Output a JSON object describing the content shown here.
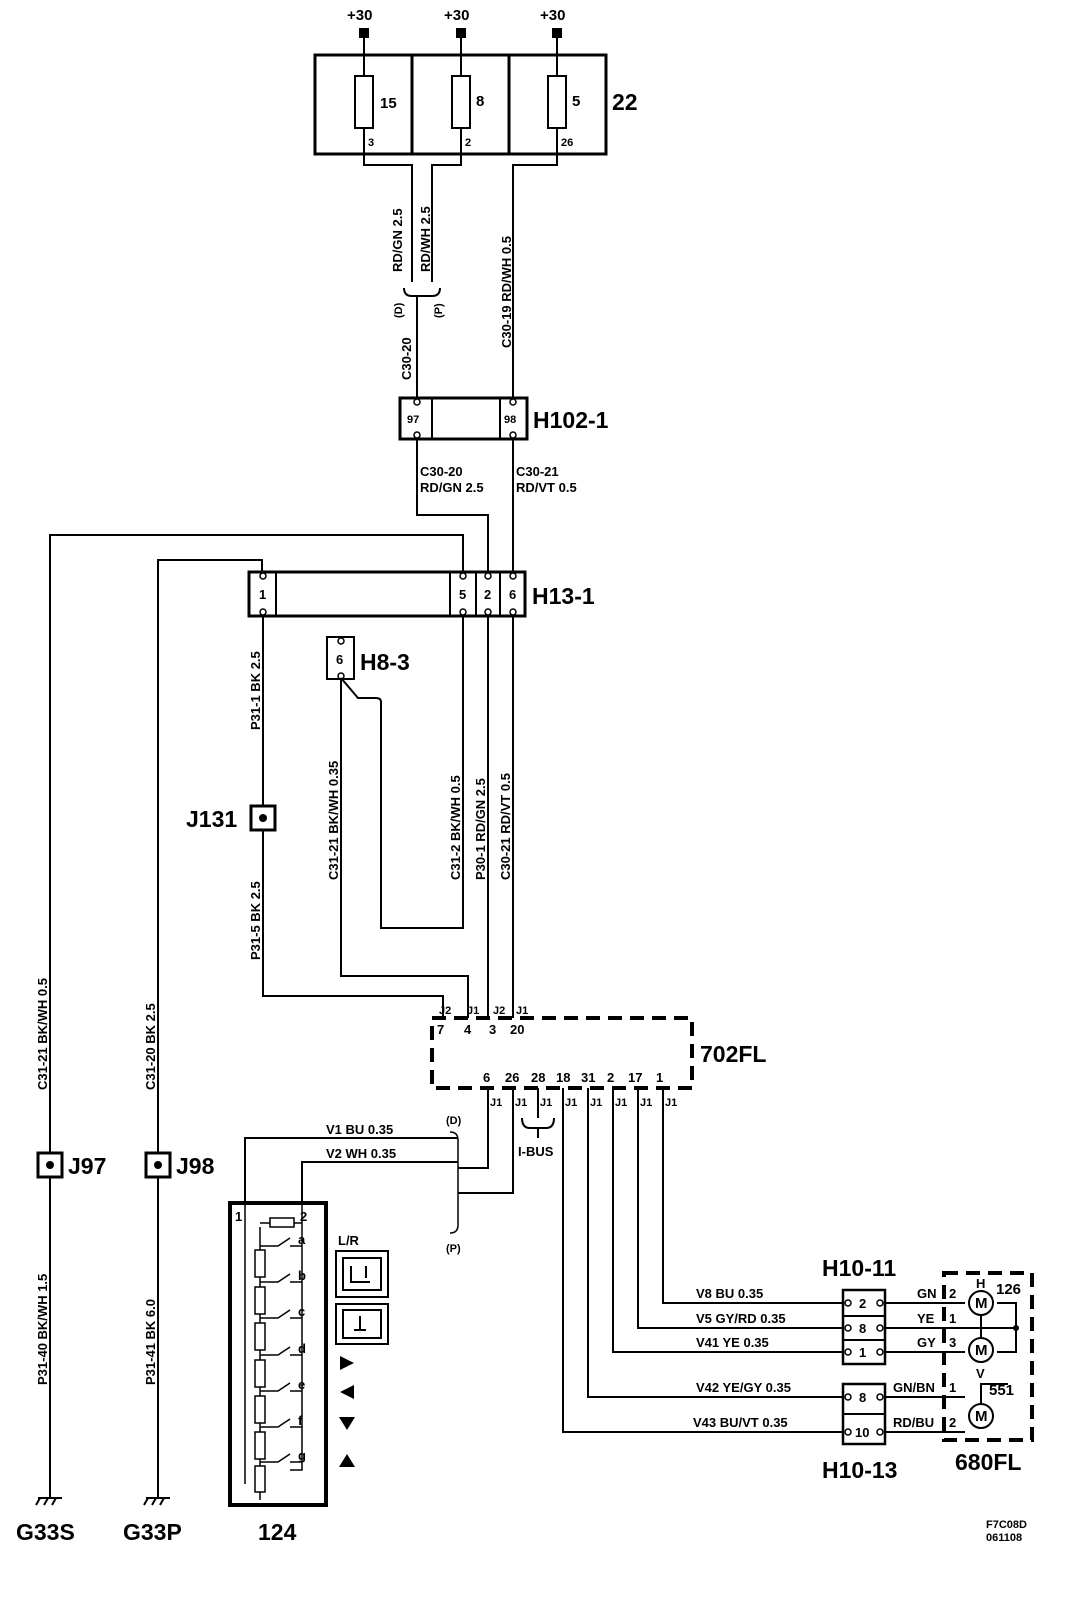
{
  "fuse_box": {
    "supply": [
      "+30",
      "+30",
      "+30"
    ],
    "id": "22",
    "fuses": [
      {
        "number": "15",
        "pin": "3"
      },
      {
        "number": "8",
        "pin": "2"
      },
      {
        "number": "5",
        "pin": "26"
      }
    ]
  },
  "wires": {
    "rdgn_fuse": "RD/GN 2.5",
    "rdwh_fuse": "RD/WH 2.5",
    "rdwh_05": "C30-19  RD/WH 0.5",
    "variant_d": "(D)",
    "variant_p": "(P)",
    "c30_20": "C30-20",
    "c30_20b": "C30-20",
    "rdgn_25": "RD/GN  2.5",
    "c30_21": "C30-21",
    "rdvt_05": "RD/VT  0.5",
    "p31_1": "P31-1  BK  2.5",
    "p31_5": "P31-5  BK  2.5",
    "c31_21a": "C31-21 BK/WH 0.35",
    "c31_2": "C31-2 BK/WH 0.5",
    "p30_1": "P30-1  RD/GN 2.5",
    "c30_21b": "C30-21  RD/VT 0.5",
    "c31_21b": "C31-21 BK/WH 0.5",
    "c31_20": "C31-20  BK  2.5",
    "p31_40": "P31-40 BK/WH 1.5",
    "p31_41": "P31-41 BK  6.0",
    "v1": "V1   BU   0.35",
    "v2": "V2   WH  0.35",
    "v8": "V8   BU   0.35",
    "v5": "V5   GY/RD  0.35",
    "v41": "V41   YE    0.35",
    "v42": "V42   YE/GY   0.35",
    "v43": "V43   BU/VT   0.35",
    "ibus": "I-BUS"
  },
  "connectors": {
    "h102": {
      "id": "H102-1",
      "pins": [
        "97",
        "98"
      ]
    },
    "h13": {
      "id": "H13-1",
      "pins": [
        "1",
        "5",
        "2",
        "6"
      ]
    },
    "h8": {
      "id": "H8-3",
      "pin": "6"
    },
    "h10_11": {
      "id": "H10-11",
      "pins": [
        "2",
        "8",
        "1"
      ]
    },
    "h10_13": {
      "id": "H10-13",
      "pins": [
        "8",
        "10"
      ]
    }
  },
  "module_702": {
    "id": "702FL",
    "top_pins": [
      {
        "conn": "J2",
        "pin": "7"
      },
      {
        "conn": "J1",
        "pin": "4"
      },
      {
        "conn": "J2",
        "pin": "3"
      },
      {
        "conn": "J1",
        "pin": "20"
      }
    ],
    "bottom_pins": [
      {
        "pin": "6",
        "conn": "J1"
      },
      {
        "pin": "26",
        "conn": "J1"
      },
      {
        "pin": "28",
        "conn": "J1"
      },
      {
        "pin": "18",
        "conn": "J1"
      },
      {
        "pin": "31",
        "conn": "J1"
      },
      {
        "pin": "2",
        "conn": "J1"
      },
      {
        "pin": "17",
        "conn": "J1"
      },
      {
        "pin": "1",
        "conn": "J1"
      }
    ]
  },
  "junctions": {
    "j131": "J131",
    "j97": "J97",
    "j98": "J98"
  },
  "grounds": {
    "g33s": "G33S",
    "g33p": "G33P"
  },
  "switch_124": {
    "id": "124",
    "pin1": "1",
    "pin2": "2",
    "contacts": [
      "a",
      "b",
      "c",
      "d",
      "e",
      "f",
      "g"
    ],
    "lr_label": "L/R"
  },
  "mirror_680": {
    "id": "680FL",
    "motor_id": "126",
    "heater_id": "551",
    "h_label": "H",
    "v_label": "V",
    "wire_colors": [
      "GN",
      "YE",
      "GY",
      "GN/BN",
      "RD/BU"
    ],
    "motor_pins": [
      "2",
      "1",
      "3",
      "1",
      "2"
    ]
  },
  "footer": {
    "code": "F7C08D",
    "date": "061108"
  }
}
